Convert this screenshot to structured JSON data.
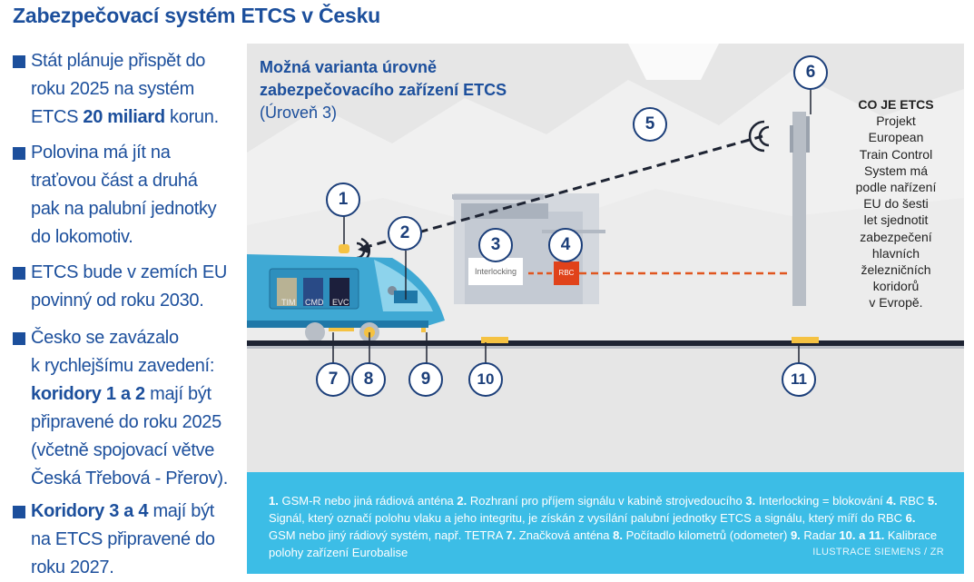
{
  "title": "Zabezpečovací systém ETCS v Česku",
  "bullets": [
    {
      "pre": "Stát plánuje přispět do\nroku 2025 na systém\nETCS ",
      "bold": "20 miliard",
      "post": " korun."
    },
    {
      "pre": "Polovina má jít na\ntraťovou část a druhá\npak na palubní jednotky\ndo lokomotiv.",
      "bold": "",
      "post": ""
    },
    {
      "pre": "ETCS bude v zemích EU\npovinný od roku 2030.",
      "bold": "",
      "post": ""
    },
    {
      "pre": "Česko se zavázalo\nk rychlejšímu zavedení:\n",
      "bold": "koridory 1 a 2",
      "post": " mají být\npřipravené do roku 2025\n(včetně spojovací větve\nČeská Třebová - Přerov)."
    },
    {
      "pre": "",
      "bold": "Koridory 3 a 4",
      "post": " mají být\nna ETCS připravené do\nroku 2027."
    }
  ],
  "diagram": {
    "heading_bold": "Možná varianta úrovně\nzabezpečovacího zařízení ETCS",
    "heading_sub": "(Úroveň 3)",
    "info_title": "CO JE ETCS",
    "info_text": "Projekt\nEuropean\nTrain Control\nSystem má\npodle nařízení\nEU do šesti\nlet sjednotit\nzabezpečení\nhlavních\nželezničních\nkoridorů\nv Evropě.",
    "interlocking_label": "Interlocking",
    "rbc_label": "RBC",
    "train_units": [
      "TIM",
      "CMD",
      "EVC"
    ],
    "callouts": [
      "1",
      "2",
      "3",
      "4",
      "5",
      "6",
      "7",
      "8",
      "9",
      "10",
      "11"
    ]
  },
  "legend": {
    "items": [
      {
        "num": "1.",
        "text": " GSM-R nebo jiná rádiová anténa "
      },
      {
        "num": "2.",
        "text": " Rozhraní pro příjem signálu v kabině strojvedoucího "
      },
      {
        "num": "3.",
        "text": " Interlocking = blokování "
      },
      {
        "num": "4.",
        "text": " RBC "
      },
      {
        "num": "5.",
        "text": " Signál, který označí polohu vlaku a jeho integritu, je získán z vysílání palubní jednotky ETCS a signálu, který míří do RBC "
      },
      {
        "num": "6.",
        "text": " GSM nebo jiný rádiový systém, např. TETRA "
      },
      {
        "num": "7.",
        "text": " Značková anténa "
      },
      {
        "num": "8.",
        "text": " Počítadlo kilometrů (odometer) "
      },
      {
        "num": "9.",
        "text": " Radar "
      },
      {
        "num": "10. a 11.",
        "text": " Kalibrace polohy zařízení Eurobalise"
      }
    ],
    "credit": "ILUSTRACE SIEMENS / ZR"
  },
  "colors": {
    "brand": "#1c4f9c",
    "legend_bg": "#3cbde6",
    "rbc": "#e0421a",
    "balise": "#f5c242"
  }
}
